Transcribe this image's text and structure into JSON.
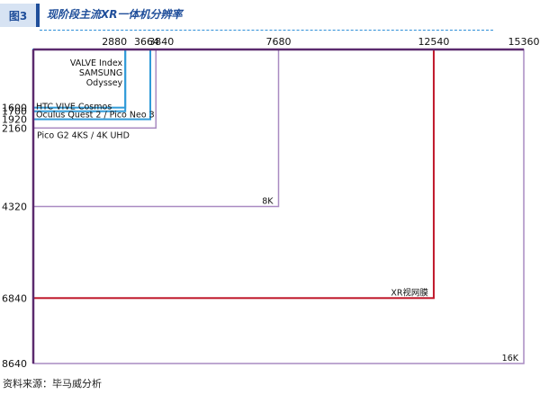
{
  "header": {
    "figure_label": "图3",
    "title": "现阶段主流XR一体机分辨率"
  },
  "source": "资料来源：毕马威分析",
  "colors": {
    "accent": "#1f4e9a",
    "rect_purple": "#a98bc2",
    "rect_blue": "#2f9ad8",
    "rect_red": "#c0172a",
    "axis": "#5b2a6e"
  },
  "chart_data": {
    "type": "rectangle-area",
    "xlim": [
      0,
      15360
    ],
    "ylim": [
      0,
      8640
    ],
    "x_ticks": [
      2880,
      3664,
      3840,
      7680,
      12540,
      15360
    ],
    "x_tick_labels": [
      "2880",
      "3664",
      "3840",
      "7680",
      "12540",
      "15360"
    ],
    "y_ticks": [
      1600,
      1700,
      1920,
      2160,
      4320,
      6840,
      8640
    ],
    "y_tick_labels": [
      "1600",
      "1700",
      "1920",
      "2160",
      "4320",
      "6840",
      "8640"
    ],
    "rects": [
      {
        "w": 15360,
        "h": 8640,
        "label": "16K",
        "color": "#a98bc2",
        "label_pos": "bottom-right"
      },
      {
        "w": 12540,
        "h": 6840,
        "label": "XR视网膜",
        "color": "#c0172a",
        "label_pos": "bottom-right"
      },
      {
        "w": 7680,
        "h": 4320,
        "label": "8K",
        "color": "#a98bc2",
        "label_pos": "bottom-right"
      },
      {
        "w": 3840,
        "h": 2160,
        "label": "Pico  G2 4KS / 4K UHD",
        "color": "#a98bc2",
        "label_pos": "below-left"
      },
      {
        "w": 3664,
        "h": 1920,
        "label": "Oculus Quest 2 / Pico Neo 3",
        "color": "#2f9ad8",
        "label_pos": "bottom-left"
      },
      {
        "w": 2880,
        "h": 1700,
        "label": "HTC VIVE Cosmos",
        "color": "#2f9ad8",
        "label_pos": "bottom-left"
      },
      {
        "w": 2880,
        "h": 1600,
        "label": "",
        "color": "#2f9ad8",
        "label_pos": "none"
      }
    ],
    "top_left_labels": [
      "VALVE Index",
      "SAMSUNG",
      "Odyssey"
    ]
  }
}
